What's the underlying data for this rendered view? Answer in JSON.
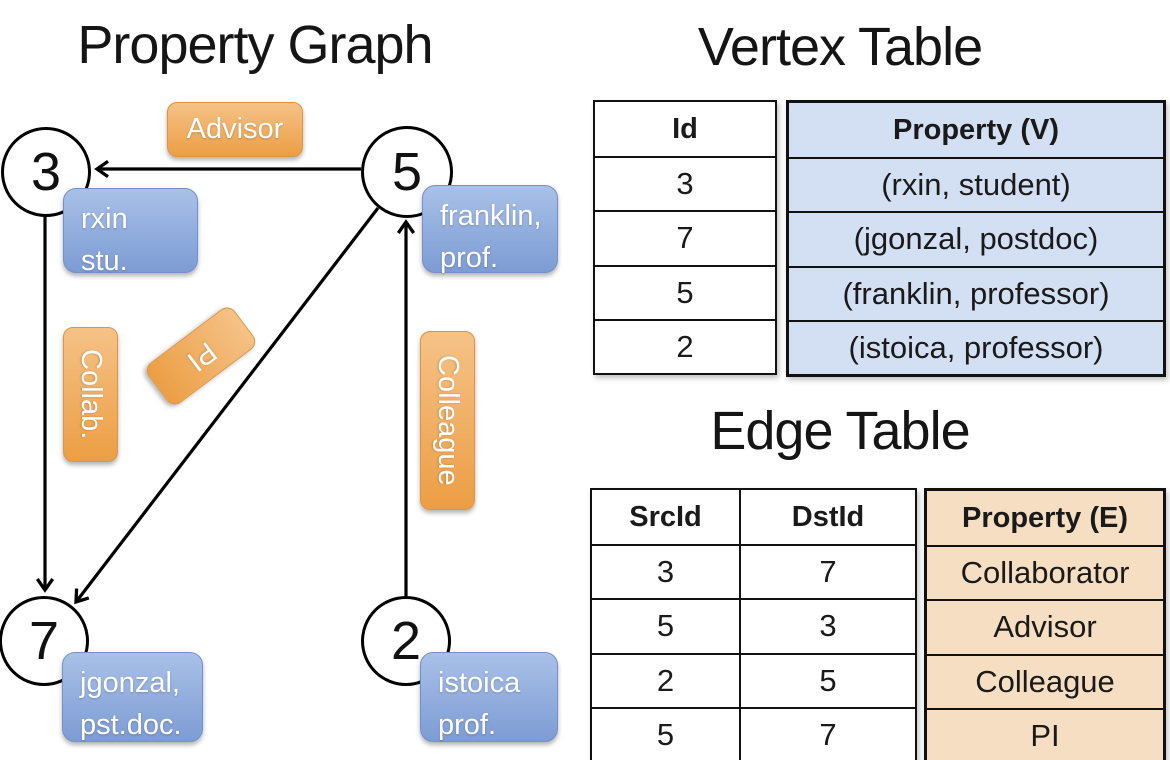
{
  "graph": {
    "title": "Property Graph",
    "nodes": {
      "n3": {
        "label": "3",
        "property": [
          "rxin",
          "stu."
        ]
      },
      "n5": {
        "label": "5",
        "property": [
          "franklin,",
          "prof."
        ]
      },
      "n7": {
        "label": "7",
        "property": [
          "jgonzal,",
          "pst.doc."
        ]
      },
      "n2": {
        "label": "2",
        "property": [
          "istoica",
          "prof."
        ]
      }
    },
    "edge_labels": {
      "advisor": "Advisor",
      "collab": "Collab.",
      "pi": "PI",
      "colleague": "Colleague"
    }
  },
  "vertex_table": {
    "title": "Vertex Table",
    "columns": {
      "id": "Id",
      "property": "Property (V)"
    },
    "rows": [
      {
        "id": "3",
        "property": "(rxin, student)"
      },
      {
        "id": "7",
        "property": "(jgonzal, postdoc)"
      },
      {
        "id": "5",
        "property": "(franklin, professor)"
      },
      {
        "id": "2",
        "property": "(istoica, professor)"
      }
    ]
  },
  "edge_table": {
    "title": "Edge Table",
    "columns": {
      "src": "SrcId",
      "dst": "DstId",
      "property": "Property (E)"
    },
    "rows": [
      {
        "src": "3",
        "dst": "7",
        "property": "Collaborator"
      },
      {
        "src": "5",
        "dst": "3",
        "property": "Advisor"
      },
      {
        "src": "2",
        "dst": "5",
        "property": "Colleague"
      },
      {
        "src": "5",
        "dst": "7",
        "property": "PI"
      }
    ]
  },
  "colors": {
    "orange_top": "#F5C287",
    "orange_bottom": "#EC9E44",
    "blue_top": "#A9C1E8",
    "blue_bottom": "#7D9CD4",
    "vertex_fill": "#D3DFF2",
    "edge_fill": "#F6DEC2",
    "line": "#000000"
  }
}
